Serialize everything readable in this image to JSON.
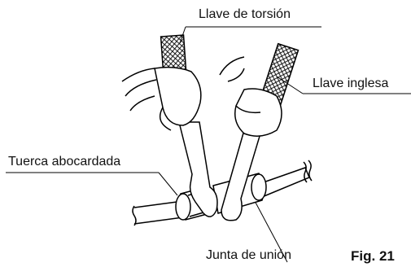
{
  "figure": {
    "labels": {
      "torque_wrench": "Llave de torsión",
      "adjustable_wrench": "Llave inglesa",
      "flare_nut": "Tuerca abocardada",
      "union_joint": "Junta de unión"
    },
    "figure_number": "Fig. 21"
  }
}
